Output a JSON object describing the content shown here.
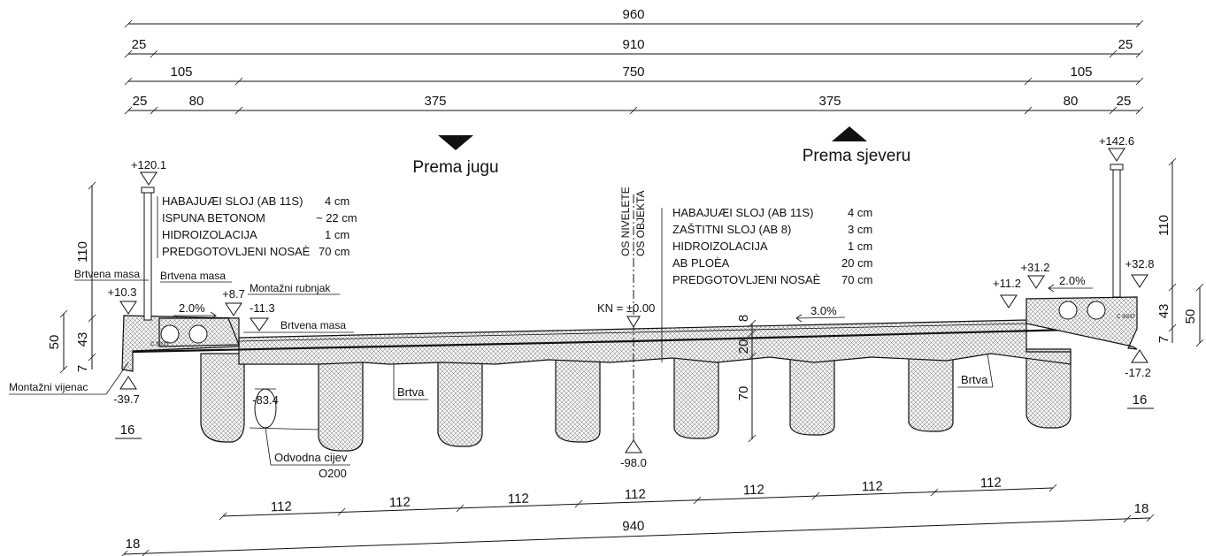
{
  "dimensions": {
    "row1": {
      "total": "960"
    },
    "row2": {
      "left": "25",
      "middle": "910",
      "right": "25"
    },
    "row3": {
      "left": "105",
      "middle": "750",
      "right": "105"
    },
    "row4": {
      "a": "25",
      "b": "80",
      "c": "375",
      "d": "375",
      "e": "80",
      "f": "25"
    },
    "bottom_spans": [
      "112",
      "112",
      "112",
      "112",
      "112",
      "112",
      "112"
    ],
    "bottom_total": "940",
    "bottom_left": "18",
    "bottom_right": "18"
  },
  "directions": {
    "south": "Prema jugu",
    "north": "Prema sjeveru"
  },
  "axis_labels": {
    "niveleta": "OS NIVELETE",
    "objekt": "OS OBJEKTA",
    "kn": "KN = ±0.00"
  },
  "elevations": {
    "rail_left": "+120.1",
    "rail_right": "+142.6",
    "left_outer": "+10.3",
    "left_inner": "+8.7",
    "left_kerb": "-11.3",
    "right_inner": "+11.2",
    "right_top": "+31.2",
    "right_outer": "+32.8",
    "right_bottom": "-17.2",
    "left_bottom": "-39.7",
    "girder_bottom": "-98.0",
    "pipe": "-83.4"
  },
  "layers_left": [
    {
      "name": "HABAJUÆI SLOJ (AB 11S)",
      "value": "4 cm"
    },
    {
      "name": "ISPUNA BETONOM",
      "value": "~ 22 cm"
    },
    {
      "name": "HIDROIZOLACIJA",
      "value": "1 cm"
    },
    {
      "name": "PREDGOTOVLJENI NOSAÈ",
      "value": "70 cm"
    }
  ],
  "layers_right": [
    {
      "name": "HABAJUÆI SLOJ (AB 11S)",
      "value": "4 cm"
    },
    {
      "name": "ZAŠTITNI SLOJ (AB 8)",
      "value": "3 cm"
    },
    {
      "name": "HIDROIZOLACIJA",
      "value": "1 cm"
    },
    {
      "name": "AB PLOÈA",
      "value": "20 cm"
    },
    {
      "name": "PREDGOTOVLJENI NOSAÈ",
      "value": "70 cm"
    }
  ],
  "annotations": {
    "brtvena_masa_1": "Brtvena masa",
    "brtvena_masa_2": "Brtvena masa",
    "brtvena_masa_3": "Brtvena masa",
    "montazni_rubnjak": "Montažni rubnjak",
    "montazni_vijenac": "Montažni vijenac",
    "brtva_left": "Brtva",
    "brtva_right": "Brtva",
    "odvodna_cijev": "Odvodna cijev",
    "pipe_size": "O200",
    "concrete_class": "C 30/37"
  },
  "slopes": {
    "left": "2.0%",
    "middle": "3.0%",
    "right": "2.0%"
  },
  "vertical_dims": {
    "left_rail": "110",
    "left_total": "50",
    "left_upper": "43",
    "left_lower": "7",
    "left_width": "16",
    "right_rail": "110",
    "right_total": "50",
    "right_upper": "43",
    "right_lower": "7",
    "right_width": "16",
    "deck_surface": "8",
    "deck_slab": "20",
    "girder_depth": "70"
  }
}
